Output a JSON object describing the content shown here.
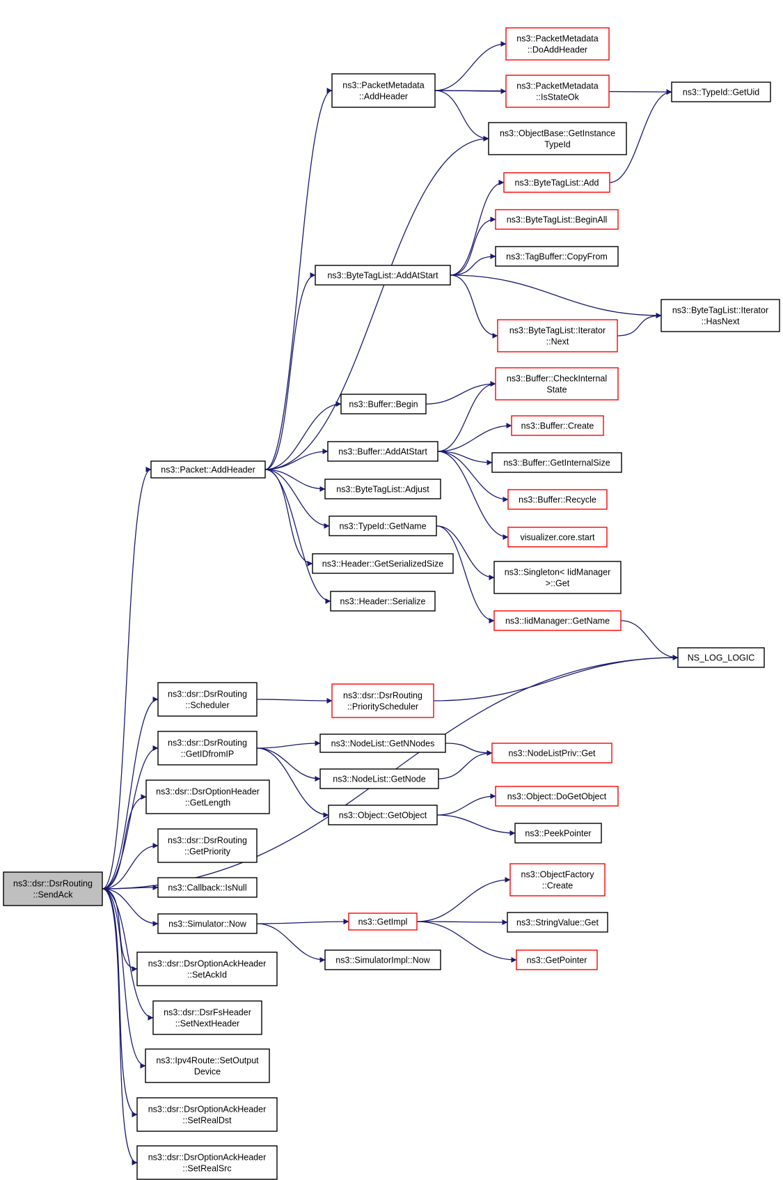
{
  "colors": {
    "edge": "#191970",
    "border_black": "#000000",
    "border_red": "#ff0000",
    "root_fill": "#bfbfbf"
  },
  "nodes": [
    {
      "id": "sendack",
      "lines": [
        "ns3::dsr::DsrRouting",
        "::SendAck"
      ],
      "border": "black",
      "root": true
    },
    {
      "id": "pkt_addheader",
      "lines": [
        "ns3::Packet::AddHeader"
      ],
      "border": "black"
    },
    {
      "id": "pm_addheader",
      "lines": [
        "ns3::PacketMetadata",
        "::AddHeader"
      ],
      "border": "black"
    },
    {
      "id": "pm_doaddheader",
      "lines": [
        "ns3::PacketMetadata",
        "::DoAddHeader"
      ],
      "border": "red"
    },
    {
      "id": "pm_isstateok",
      "lines": [
        "ns3::PacketMetadata",
        "::IsStateOk"
      ],
      "border": "red"
    },
    {
      "id": "ob_getinstancetypeid",
      "lines": [
        "ns3::ObjectBase::GetInstance",
        "TypeId"
      ],
      "border": "black"
    },
    {
      "id": "typeid_getuid",
      "lines": [
        "ns3::TypeId::GetUid"
      ],
      "border": "black"
    },
    {
      "id": "btl_add",
      "lines": [
        "ns3::ByteTagList::Add"
      ],
      "border": "red"
    },
    {
      "id": "btl_beginall",
      "lines": [
        "ns3::ByteTagList::BeginAll"
      ],
      "border": "red"
    },
    {
      "id": "tagbuffer_copyfrom",
      "lines": [
        "ns3::TagBuffer::CopyFrom"
      ],
      "border": "black"
    },
    {
      "id": "btl_addatstart",
      "lines": [
        "ns3::ByteTagList::AddAtStart"
      ],
      "border": "black"
    },
    {
      "id": "btl_it_hasnext",
      "lines": [
        "ns3::ByteTagList::Iterator",
        "::HasNext"
      ],
      "border": "black"
    },
    {
      "id": "btl_it_next",
      "lines": [
        "ns3::ByteTagList::Iterator",
        "::Next"
      ],
      "border": "red"
    },
    {
      "id": "buf_checkinternal",
      "lines": [
        "ns3::Buffer::CheckInternal",
        "State"
      ],
      "border": "red"
    },
    {
      "id": "buf_begin",
      "lines": [
        "ns3::Buffer::Begin"
      ],
      "border": "black"
    },
    {
      "id": "buf_create",
      "lines": [
        "ns3::Buffer::Create"
      ],
      "border": "red"
    },
    {
      "id": "buf_addatstart",
      "lines": [
        "ns3::Buffer::AddAtStart"
      ],
      "border": "black"
    },
    {
      "id": "buf_getinternalsize",
      "lines": [
        "ns3::Buffer::GetInternalSize"
      ],
      "border": "black"
    },
    {
      "id": "btl_adjust",
      "lines": [
        "ns3::ByteTagList::Adjust"
      ],
      "border": "black"
    },
    {
      "id": "buf_recycle",
      "lines": [
        "ns3::Buffer::Recycle"
      ],
      "border": "red"
    },
    {
      "id": "typeid_getname",
      "lines": [
        "ns3::TypeId::GetName"
      ],
      "border": "black"
    },
    {
      "id": "vis_core_start",
      "lines": [
        "visualizer.core.start"
      ],
      "border": "red"
    },
    {
      "id": "hdr_getserializedsize",
      "lines": [
        "ns3::Header::GetSerializedSize"
      ],
      "border": "black"
    },
    {
      "id": "singleton_get",
      "lines": [
        "ns3::Singleton< IidManager",
        ">::Get"
      ],
      "border": "black"
    },
    {
      "id": "hdr_serialize",
      "lines": [
        "ns3::Header::Serialize"
      ],
      "border": "black"
    },
    {
      "id": "iidmanager_getname",
      "lines": [
        "ns3::IidManager::GetName"
      ],
      "border": "red"
    },
    {
      "id": "ns_log_logic",
      "lines": [
        "NS_LOG_LOGIC"
      ],
      "border": "black"
    },
    {
      "id": "dsr_scheduler",
      "lines": [
        "ns3::dsr::DsrRouting",
        "::Scheduler"
      ],
      "border": "black"
    },
    {
      "id": "dsr_priorityscheduler",
      "lines": [
        "ns3::dsr::DsrRouting",
        "::PriorityScheduler"
      ],
      "border": "red"
    },
    {
      "id": "dsr_getidfromip",
      "lines": [
        "ns3::dsr::DsrRouting",
        "::GetIDfromIP"
      ],
      "border": "black"
    },
    {
      "id": "nodelist_getnnodes",
      "lines": [
        "ns3::NodeList::GetNNodes"
      ],
      "border": "black"
    },
    {
      "id": "nodelistpriv_get",
      "lines": [
        "ns3::NodeListPriv::Get"
      ],
      "border": "red"
    },
    {
      "id": "nodelist_getnode",
      "lines": [
        "ns3::NodeList::GetNode"
      ],
      "border": "black"
    },
    {
      "id": "doh_getlength",
      "lines": [
        "ns3::dsr::DsrOptionHeader",
        "::GetLength"
      ],
      "border": "black"
    },
    {
      "id": "obj_dogetobject",
      "lines": [
        "ns3::Object::DoGetObject"
      ],
      "border": "red"
    },
    {
      "id": "obj_getobject",
      "lines": [
        "ns3::Object::GetObject"
      ],
      "border": "black"
    },
    {
      "id": "peekpointer",
      "lines": [
        "ns3::PeekPointer"
      ],
      "border": "black"
    },
    {
      "id": "dsr_getpriority",
      "lines": [
        "ns3::dsr::DsrRouting",
        "::GetPriority"
      ],
      "border": "black"
    },
    {
      "id": "of_create",
      "lines": [
        "ns3::ObjectFactory",
        "::Create"
      ],
      "border": "red"
    },
    {
      "id": "cb_isnull",
      "lines": [
        "ns3::Callback::IsNull"
      ],
      "border": "black"
    },
    {
      "id": "sim_now",
      "lines": [
        "ns3::Simulator::Now"
      ],
      "border": "black"
    },
    {
      "id": "getimpl",
      "lines": [
        "ns3::GetImpl"
      ],
      "border": "red"
    },
    {
      "id": "strval_get",
      "lines": [
        "ns3::StringValue::Get"
      ],
      "border": "black"
    },
    {
      "id": "simimpl_now",
      "lines": [
        "ns3::SimulatorImpl::Now"
      ],
      "border": "black"
    },
    {
      "id": "getpointer",
      "lines": [
        "ns3::GetPointer"
      ],
      "border": "red"
    },
    {
      "id": "doah_setackid",
      "lines": [
        "ns3::dsr::DsrOptionAckHeader",
        "::SetAckId"
      ],
      "border": "black"
    },
    {
      "id": "fsh_setnextheader",
      "lines": [
        "ns3::dsr::DsrFsHeader",
        "::SetNextHeader"
      ],
      "border": "black"
    },
    {
      "id": "ipv4route_setoutputdevice",
      "lines": [
        "ns3::Ipv4Route::SetOutput",
        "Device"
      ],
      "border": "black"
    },
    {
      "id": "doah_setrealdst",
      "lines": [
        "ns3::dsr::DsrOptionAckHeader",
        "::SetRealDst"
      ],
      "border": "black"
    },
    {
      "id": "doah_setrealsrc",
      "lines": [
        "ns3::dsr::DsrOptionAckHeader",
        "::SetRealSrc"
      ],
      "border": "black"
    }
  ],
  "edges": [
    {
      "from": "sendack",
      "to": "pkt_addheader"
    },
    {
      "from": "sendack",
      "to": "ns_log_logic"
    },
    {
      "from": "sendack",
      "to": "dsr_scheduler"
    },
    {
      "from": "sendack",
      "to": "dsr_getidfromip"
    },
    {
      "from": "sendack",
      "to": "doh_getlength"
    },
    {
      "from": "sendack",
      "to": "dsr_getpriority"
    },
    {
      "from": "sendack",
      "to": "cb_isnull"
    },
    {
      "from": "sendack",
      "to": "sim_now"
    },
    {
      "from": "sendack",
      "to": "doah_setackid"
    },
    {
      "from": "sendack",
      "to": "fsh_setnextheader"
    },
    {
      "from": "sendack",
      "to": "ipv4route_setoutputdevice"
    },
    {
      "from": "sendack",
      "to": "doah_setrealdst"
    },
    {
      "from": "sendack",
      "to": "doah_setrealsrc"
    },
    {
      "from": "pkt_addheader",
      "to": "pm_addheader"
    },
    {
      "from": "pkt_addheader",
      "to": "ob_getinstancetypeid"
    },
    {
      "from": "pkt_addheader",
      "to": "btl_addatstart"
    },
    {
      "from": "pkt_addheader",
      "to": "buf_begin"
    },
    {
      "from": "pkt_addheader",
      "to": "buf_addatstart"
    },
    {
      "from": "pkt_addheader",
      "to": "btl_adjust"
    },
    {
      "from": "pkt_addheader",
      "to": "typeid_getname"
    },
    {
      "from": "pkt_addheader",
      "to": "hdr_getserializedsize"
    },
    {
      "from": "pkt_addheader",
      "to": "hdr_serialize"
    },
    {
      "from": "pm_addheader",
      "to": "typeid_getuid"
    },
    {
      "from": "pm_addheader",
      "to": "pm_doaddheader"
    },
    {
      "from": "pm_addheader",
      "to": "pm_isstateok"
    },
    {
      "from": "pm_addheader",
      "to": "ob_getinstancetypeid"
    },
    {
      "from": "btl_add",
      "to": "typeid_getuid"
    },
    {
      "from": "btl_addatstart",
      "to": "btl_add"
    },
    {
      "from": "btl_addatstart",
      "to": "btl_beginall"
    },
    {
      "from": "btl_addatstart",
      "to": "tagbuffer_copyfrom"
    },
    {
      "from": "btl_addatstart",
      "to": "btl_it_hasnext"
    },
    {
      "from": "btl_addatstart",
      "to": "btl_it_next"
    },
    {
      "from": "btl_it_next",
      "to": "btl_it_hasnext"
    },
    {
      "from": "buf_begin",
      "to": "buf_checkinternal"
    },
    {
      "from": "buf_addatstart",
      "to": "buf_checkinternal"
    },
    {
      "from": "buf_addatstart",
      "to": "buf_create"
    },
    {
      "from": "buf_addatstart",
      "to": "buf_getinternalsize"
    },
    {
      "from": "buf_addatstart",
      "to": "buf_recycle"
    },
    {
      "from": "buf_addatstart",
      "to": "vis_core_start"
    },
    {
      "from": "typeid_getname",
      "to": "singleton_get"
    },
    {
      "from": "typeid_getname",
      "to": "iidmanager_getname"
    },
    {
      "from": "iidmanager_getname",
      "to": "ns_log_logic"
    },
    {
      "from": "dsr_scheduler",
      "to": "dsr_priorityscheduler"
    },
    {
      "from": "dsr_priorityscheduler",
      "to": "ns_log_logic"
    },
    {
      "from": "dsr_getidfromip",
      "to": "nodelist_getnnodes"
    },
    {
      "from": "dsr_getidfromip",
      "to": "nodelist_getnode"
    },
    {
      "from": "dsr_getidfromip",
      "to": "obj_getobject"
    },
    {
      "from": "nodelist_getnnodes",
      "to": "nodelistpriv_get"
    },
    {
      "from": "nodelist_getnode",
      "to": "nodelistpriv_get"
    },
    {
      "from": "obj_getobject",
      "to": "obj_dogetobject"
    },
    {
      "from": "obj_getobject",
      "to": "peekpointer"
    },
    {
      "from": "sim_now",
      "to": "getimpl"
    },
    {
      "from": "sim_now",
      "to": "simimpl_now"
    },
    {
      "from": "getimpl",
      "to": "of_create"
    },
    {
      "from": "getimpl",
      "to": "strval_get"
    },
    {
      "from": "getimpl",
      "to": "getpointer"
    }
  ]
}
